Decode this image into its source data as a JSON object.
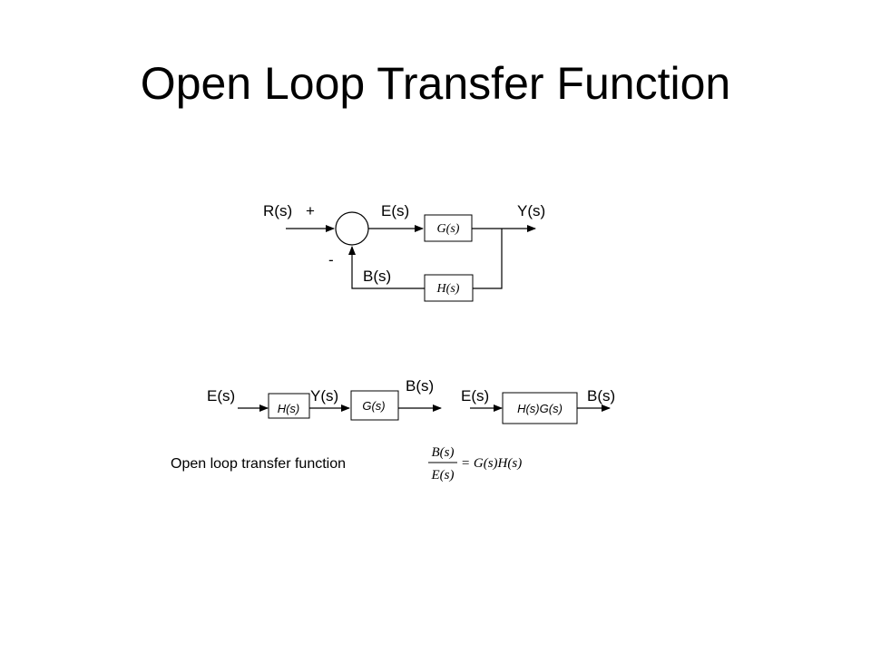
{
  "title": "Open Loop Transfer Function",
  "closed_loop": {
    "input_label": "R(s)",
    "plus_sign": "+",
    "minus_sign": "-",
    "error_label": "E(s)",
    "output_label": "Y(s)",
    "feedback_label": "B(s)",
    "forward_block": "G(s)",
    "feedback_block": "H(s)"
  },
  "cascade": {
    "input_label": "E(s)",
    "mid_label": "Y(s)",
    "output_label": "B(s)",
    "block1": "H(s)",
    "block2": "G(s)"
  },
  "combined": {
    "input_label": "E(s)",
    "output_label": "B(s)",
    "block": "H(s)G(s)"
  },
  "equation": {
    "caption": "Open loop transfer function",
    "numerator": "B(s)",
    "denominator": "E(s)",
    "rhs": "= G(s)H(s)"
  }
}
